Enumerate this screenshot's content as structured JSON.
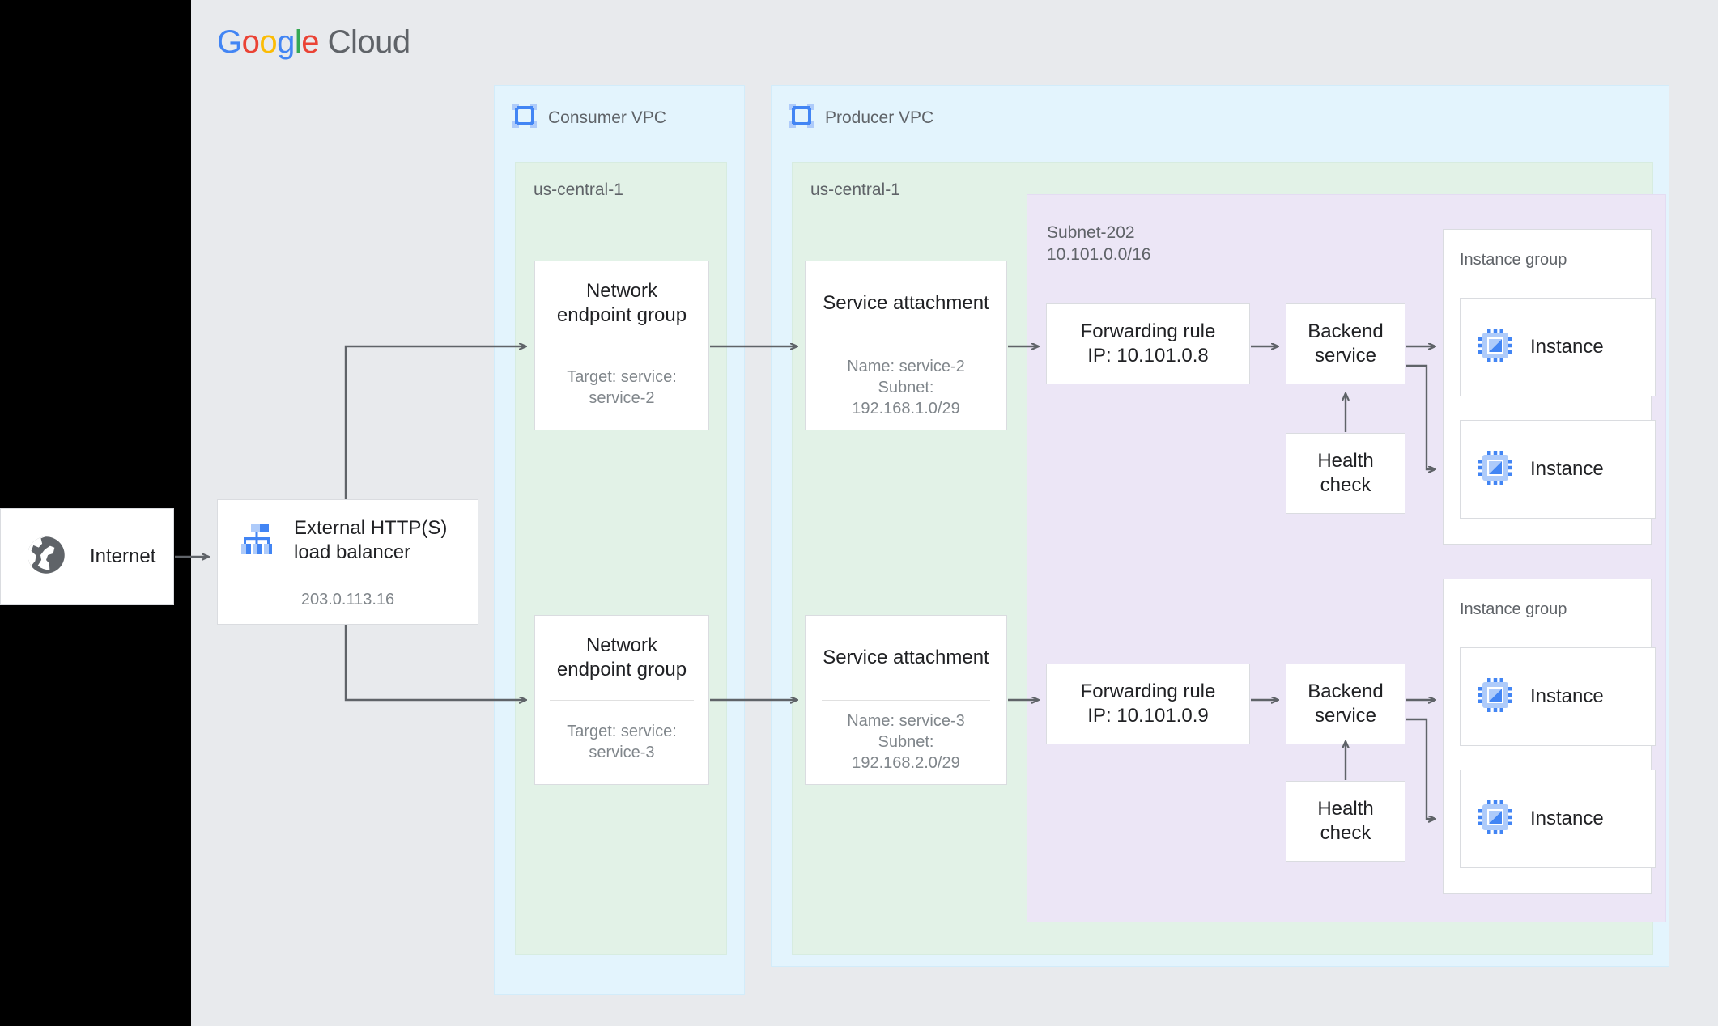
{
  "brand": {
    "logo_text": "Google Cloud",
    "logo_letters": [
      "G",
      "o",
      "o",
      "g",
      "l",
      "e"
    ],
    "logo_word2": "Cloud",
    "colors": {
      "blue": "#4285f4",
      "red": "#ea4335",
      "yellow": "#fbbc05",
      "green": "#34a853",
      "gray": "#5f6368",
      "panel_bg": "#e8eaed",
      "vpc_bg": "#e3f4fd",
      "region_bg": "#e2f2e7",
      "subnet_bg": "#ece6f6",
      "node_bg": "#ffffff",
      "border": "#dadce0",
      "wire": "#5f6368"
    }
  },
  "internet": {
    "label": "Internet",
    "icon": "globe-icon"
  },
  "load_balancer": {
    "title": "External HTTP(S) load balancer",
    "title_line1": "External HTTP(S)",
    "title_line2": "load balancer",
    "ip": "203.0.113.16",
    "icon": "load-balancer-icon"
  },
  "consumer_vpc": {
    "label": "Consumer VPC",
    "icon": "vpc-icon",
    "region": "us-central-1",
    "nodes": [
      {
        "title_line1": "Network",
        "title_line2": "endpoint group",
        "sub_line1": "Target: service:",
        "sub_line2": "service-2"
      },
      {
        "title_line1": "Network",
        "title_line2": "endpoint group",
        "sub_line1": "Target: service:",
        "sub_line2": "service-3"
      }
    ]
  },
  "producer_vpc": {
    "label": "Producer VPC",
    "icon": "vpc-icon",
    "region": "us-central-1",
    "service_attachments": [
      {
        "title": "Service attachment",
        "sub_line1": "Name: service-2",
        "sub_line2": "Subnet:",
        "sub_line3": "192.168.1.0/29"
      },
      {
        "title": "Service attachment",
        "sub_line1": "Name: service-3",
        "sub_line2": "Subnet:",
        "sub_line3": "192.168.2.0/29"
      }
    ],
    "subnet": {
      "name": "Subnet-202",
      "cidr": "10.101.0.0/16"
    },
    "stacks": [
      {
        "forwarding_rule_line1": "Forwarding rule",
        "forwarding_rule_line2": "IP: 10.101.0.8",
        "backend_service_line1": "Backend",
        "backend_service_line2": "service",
        "health_check_line1": "Health",
        "health_check_line2": "check",
        "instance_group_label": "Instance group",
        "instances": [
          "Instance",
          "Instance"
        ]
      },
      {
        "forwarding_rule_line1": "Forwarding rule",
        "forwarding_rule_line2": "IP: 10.101.0.9",
        "backend_service_line1": "Backend",
        "backend_service_line2": "service",
        "health_check_line1": "Health",
        "health_check_line2": "check",
        "instance_group_label": "Instance group",
        "instances": [
          "Instance",
          "Instance"
        ]
      }
    ]
  },
  "instance_icon": "cpu-chip-icon"
}
